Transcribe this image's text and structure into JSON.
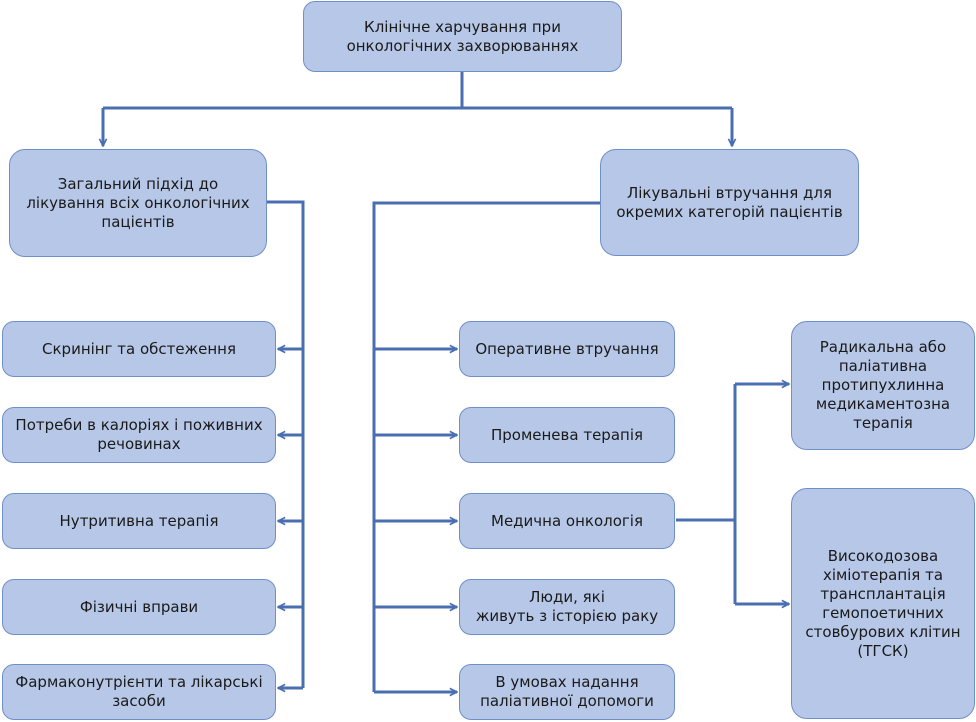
{
  "colors": {
    "box_fill": "#b7c7e7",
    "box_border": "#6f8fc8",
    "connector": "#4a6fb0"
  },
  "root": {
    "label": "Клінічне харчування при\nонкологічних захворюваннях"
  },
  "left_branch": {
    "label": "Загальний підхід до\nлікування всіх онкологічних\nпацієнтів",
    "items": [
      {
        "label": "Скринінг та обстеження"
      },
      {
        "label": "Потреби в калоріях і поживних\nречовинах"
      },
      {
        "label": "Нутритивна терапія"
      },
      {
        "label": "Фізичні вправи"
      },
      {
        "label": "Фармаконутрієнти та лікарські\nзасоби"
      }
    ]
  },
  "right_branch": {
    "label": "Лікувальні втручання для\nокремих категорій пацієнтів",
    "items": [
      {
        "label": "Оперативне втручання"
      },
      {
        "label": "Променева терапія"
      },
      {
        "label": "Медична онкологія"
      },
      {
        "label": "Люди, які\nживуть  з історією раку"
      },
      {
        "label": "В умовах надання\nпаліативної допомоги"
      }
    ],
    "medical_oncology_subitems": [
      {
        "label": "Радикальна або\nпаліативна\nпротипухлинна\nмедикаментозна\nтерапія"
      },
      {
        "label": "Високодозова\nхіміотерапія та\nтрансплантація\nгемопоетичних\nстовбурових клітин\n(ТГСК)"
      }
    ]
  }
}
